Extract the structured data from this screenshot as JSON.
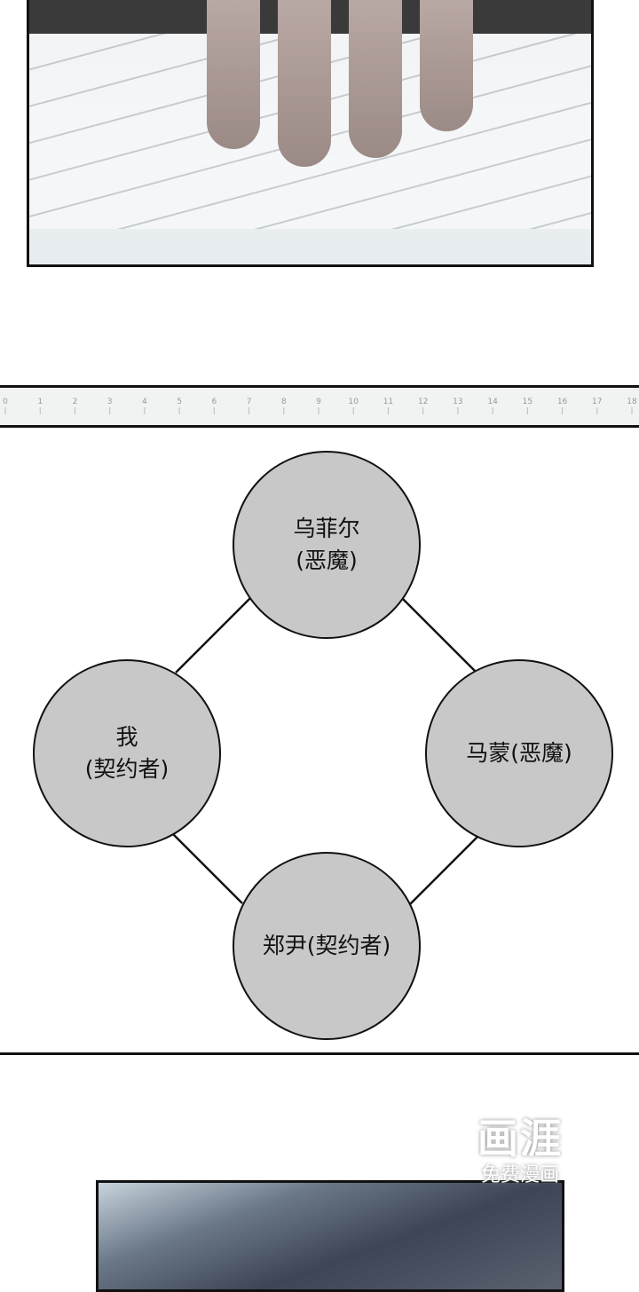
{
  "ruler": {
    "ticks": [
      "0",
      "1",
      "2",
      "3",
      "4",
      "5",
      "6",
      "7",
      "8",
      "9",
      "10",
      "11",
      "12",
      "13",
      "14",
      "15",
      "16",
      "17",
      "18"
    ]
  },
  "diagram": {
    "nodes": {
      "top": {
        "line1": "乌菲尔",
        "line2": "(恶魔)"
      },
      "left": {
        "line1": "我",
        "line2": "(契约者)"
      },
      "right": {
        "line1": "马蒙(恶魔)"
      },
      "bottom": {
        "line1": "郑尹(契约者)"
      }
    }
  },
  "watermark": {
    "logo": "画涯",
    "subtitle": "免费漫画"
  }
}
